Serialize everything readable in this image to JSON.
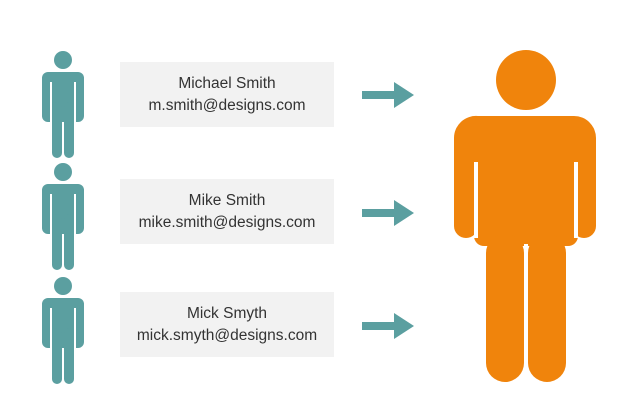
{
  "colors": {
    "duplicate_person": "#5b9fa0",
    "merged_person": "#f0840c",
    "arrow": "#5b9fa0",
    "card_background": "#f2f2f2",
    "text": "#333333"
  },
  "records": [
    {
      "name": "Michael Smith",
      "email": "m.smith@designs.com"
    },
    {
      "name": "Mike Smith",
      "email": "mike.smith@designs.com"
    },
    {
      "name": "Mick Smyth",
      "email": "mick.smyth@designs.com"
    }
  ],
  "icons": {
    "duplicate_person": "person-icon",
    "arrow": "arrow-right-icon",
    "merged_person": "person-icon"
  }
}
